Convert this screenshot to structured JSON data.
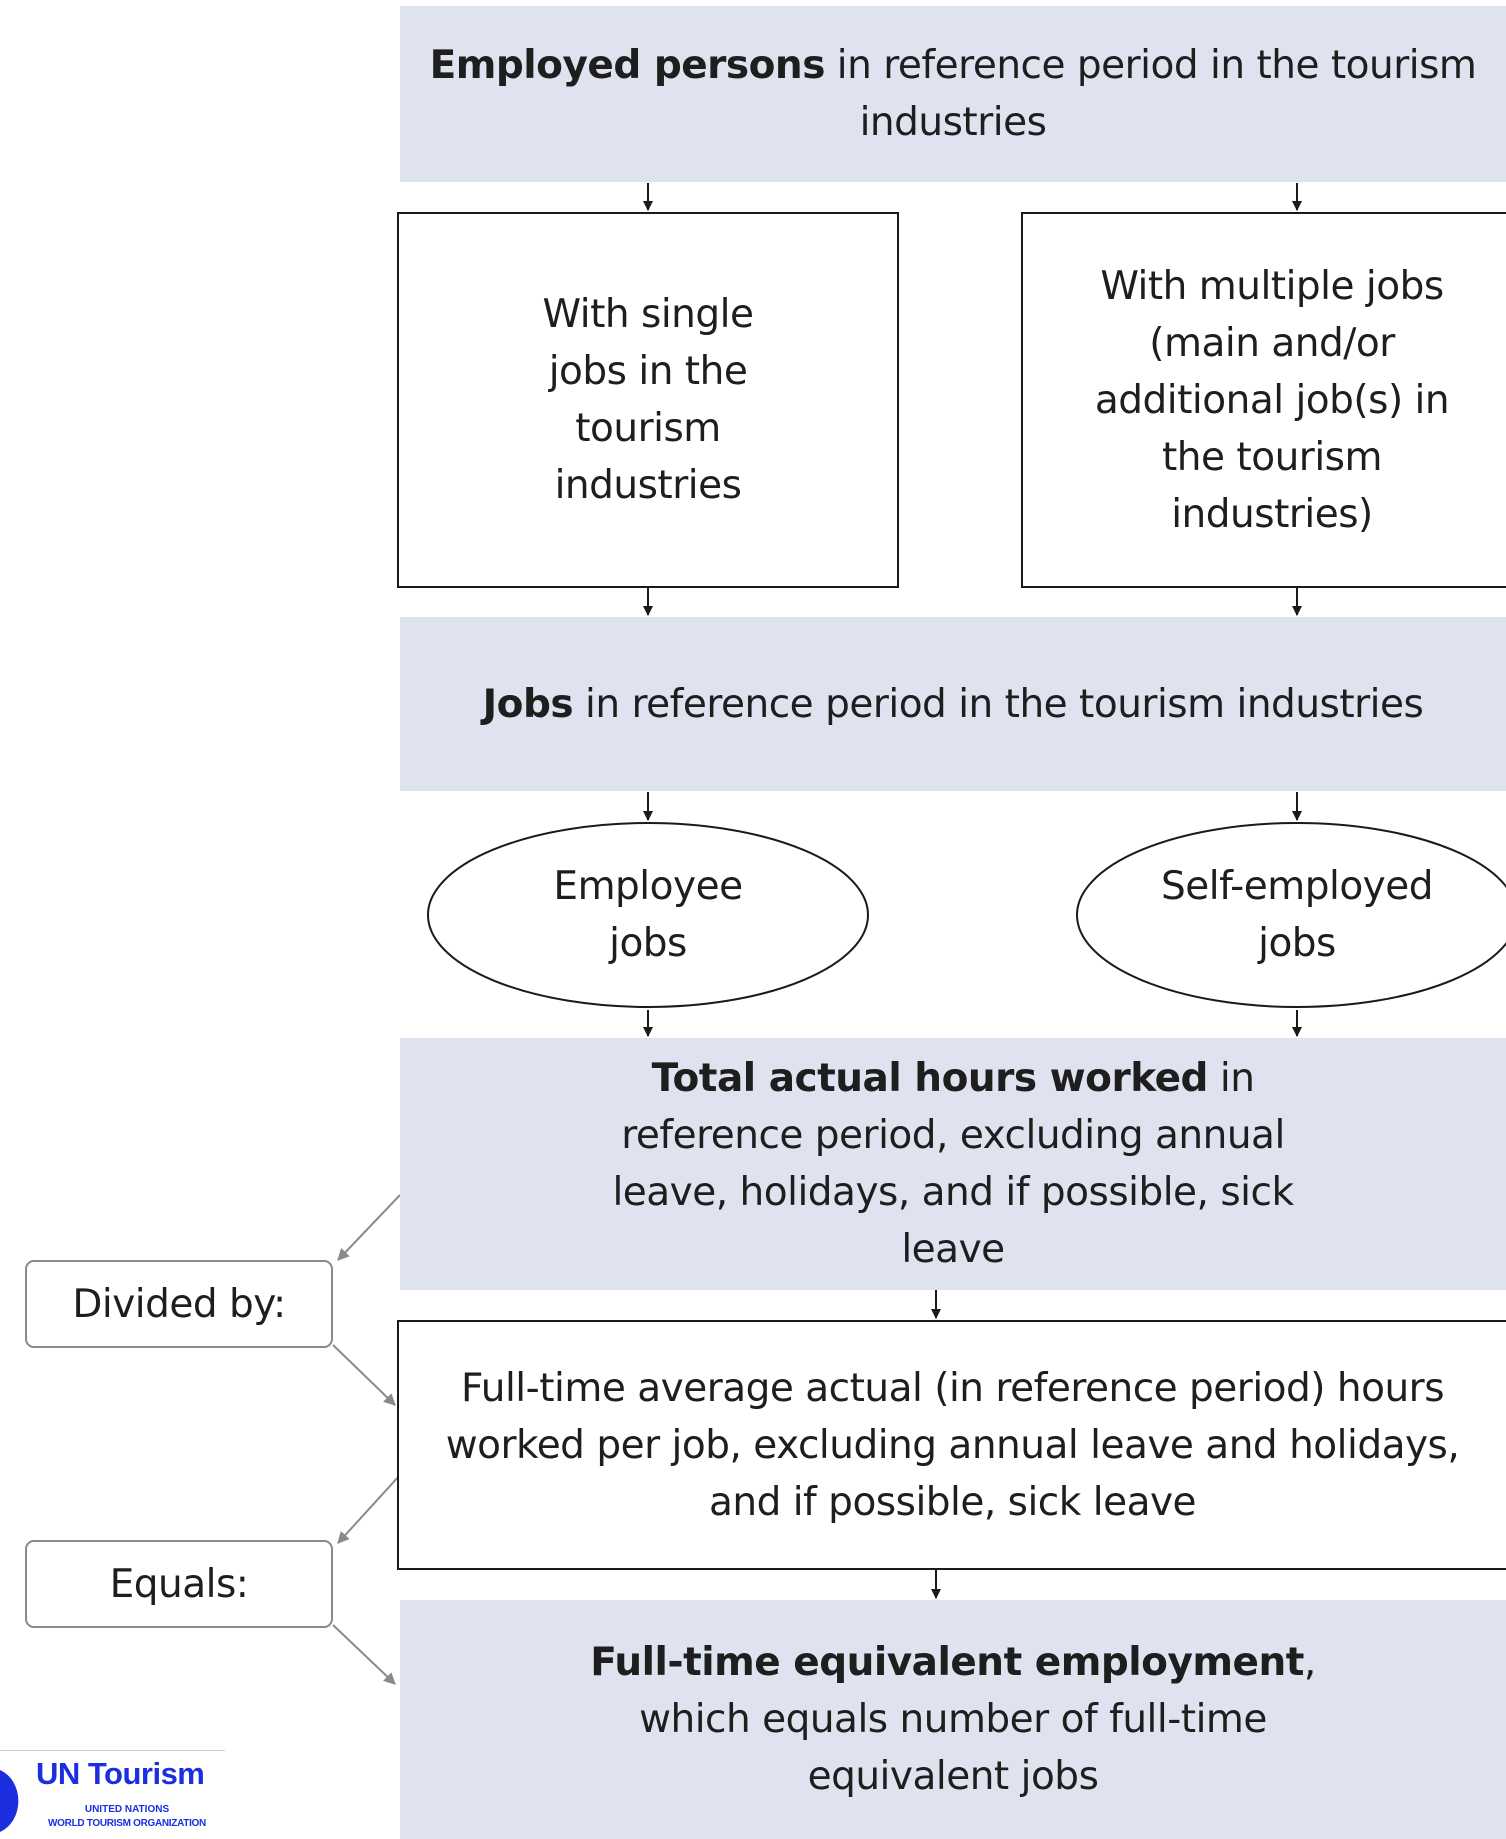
{
  "diagram": {
    "employed_persons": {
      "bold": "Employed persons",
      "rest": " in reference period in the tourism industries"
    },
    "single_jobs": "With single jobs in the tourism industries",
    "multiple_jobs": "With multiple jobs (main and/or additional job(s) in the tourism industries)",
    "jobs": {
      "bold": "Jobs",
      "rest": " in reference period in the tourism industries"
    },
    "employee_jobs": "Employee jobs",
    "self_employed_jobs": "Self-employed jobs",
    "total_hours": {
      "bold": "Total actual hours worked",
      "rest": " in reference period, excluding annual leave, holidays, and if possible, sick leave"
    },
    "fulltime_hours": "Full-time average actual (in reference period) hours worked per job, excluding annual leave and holidays, and if possible, sick leave",
    "fte": {
      "bold": "Full-time equivalent employment",
      "rest": ", which equals number of full-time equivalent jobs"
    },
    "divided_by": "Divided by:",
    "equals": "Equals:"
  },
  "logo": {
    "name": "UN Tourism",
    "subtitle_line1": "UNITED NATIONS",
    "subtitle_line2": "WORLD TOURISM ORGANIZATION",
    "color": "#1b2fe0"
  },
  "colors": {
    "shaded_fill": "#dfe3ef",
    "border": "#1a1a1a",
    "connector": "#8a8a8a"
  }
}
